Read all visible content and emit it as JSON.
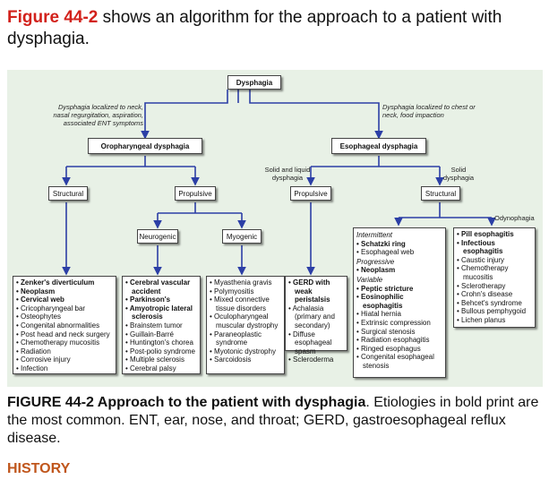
{
  "intro": {
    "figure_ref": "Figure 44-2",
    "text": " shows an algorithm for the approach to a patient with dysphagia."
  },
  "diagram": {
    "root": "Dysphagia",
    "left_label": "Dysphagia localized to neck, nasal regurgitation, aspiration, associated ENT symptoms",
    "right_label": "Dysphagia localized to chest or neck, food impaction",
    "oro": "Oropharyngeal dysphagia",
    "eso": "Esophageal dysphagia",
    "solid_liquid_label": "Solid and liquid dysphagia",
    "solid_label": "Solid dysphagia",
    "oro_structural": "Structural",
    "oro_propulsive": "Propulsive",
    "eso_propulsive": "Propulsive",
    "eso_structural": "Structural",
    "neurogenic": "Neurogenic",
    "myogenic": "Myogenic",
    "odynophagia_label": "Odynophagia",
    "list_oro_structural": [
      {
        "t": "Zenker's diverticulum",
        "b": true
      },
      {
        "t": "Neoplasm",
        "b": true
      },
      {
        "t": "Cervical web",
        "b": true
      },
      {
        "t": "Cricopharyngeal bar",
        "b": false
      },
      {
        "t": "Osteophytes",
        "b": false
      },
      {
        "t": "Congenital abnormalities",
        "b": false
      },
      {
        "t": "Post head and neck surgery",
        "b": false
      },
      {
        "t": "Chemotherapy mucositis",
        "b": false
      },
      {
        "t": "Radiation",
        "b": false
      },
      {
        "t": "Corrosive injury",
        "b": false
      },
      {
        "t": "Infection",
        "b": false
      }
    ],
    "list_neurogenic": [
      {
        "t": "Cerebral vascular accident",
        "b": true
      },
      {
        "t": "Parkinson's",
        "b": true
      },
      {
        "t": "Amyotropic lateral sclerosis",
        "b": true
      },
      {
        "t": "Brainstem tumor",
        "b": false
      },
      {
        "t": "Guillain-Barré",
        "b": false
      },
      {
        "t": "Huntington's chorea",
        "b": false
      },
      {
        "t": "Post-polio syndrome",
        "b": false
      },
      {
        "t": "Multiple sclerosis",
        "b": false
      },
      {
        "t": "Cerebral palsy",
        "b": false
      }
    ],
    "list_myogenic": [
      {
        "t": "Myasthenia gravis",
        "b": false
      },
      {
        "t": "Polymyositis",
        "b": false
      },
      {
        "t": "Mixed connective tissue disorders",
        "b": false
      },
      {
        "t": "Oculopharyngeal muscular dystrophy",
        "b": false
      },
      {
        "t": "Paraneoplastic syndrome",
        "b": false
      },
      {
        "t": "Myotonic dystrophy",
        "b": false
      },
      {
        "t": "Sarcoidosis",
        "b": false
      }
    ],
    "list_eso_propulsive": [
      {
        "t": "GERD with weak peristalsis",
        "b": true
      },
      {
        "t": "Achalasia (primary and secondary)",
        "b": false
      },
      {
        "t": "Diffuse esophageal spasm",
        "b": false
      },
      {
        "t": "Scleroderma",
        "b": false
      }
    ],
    "list_eso_structural": [
      {
        "h": "Intermittent"
      },
      {
        "t": "Schatzki ring",
        "b": true
      },
      {
        "t": "Esophageal web",
        "b": false
      },
      {
        "h": "Progressive"
      },
      {
        "t": "Neoplasm",
        "b": true
      },
      {
        "h": "Variable"
      },
      {
        "t": "Peptic stricture",
        "b": true
      },
      {
        "t": "Eosinophilic esophagitis",
        "b": true
      },
      {
        "t": "Hiatal hernia",
        "b": false
      },
      {
        "t": "Extrinsic compression",
        "b": false
      },
      {
        "t": "Surgical stenosis",
        "b": false
      },
      {
        "t": "Radiation esophagitis",
        "b": false
      },
      {
        "t": "Ringed esophagus",
        "b": false
      },
      {
        "t": "Congenital esophageal stenosis",
        "b": false
      }
    ],
    "list_odynophagia": [
      {
        "t": "Pill esophagitis",
        "b": true
      },
      {
        "t": "Infectious esophagitis",
        "b": true
      },
      {
        "t": "Caustic injury",
        "b": false
      },
      {
        "t": "Chemotherapy mucositis",
        "b": false
      },
      {
        "t": "Sclerotherapy",
        "b": false
      },
      {
        "t": "Crohn's disease",
        "b": false
      },
      {
        "t": "Behcet's syndrome",
        "b": false
      },
      {
        "t": "Bullous pemphygoid",
        "b": false
      },
      {
        "t": "Lichen planus",
        "b": false
      }
    ],
    "colors": {
      "line": "#2c3fa6",
      "panel": "#e8f1e6",
      "figure_red": "#d2211b",
      "history": "#c0561c"
    }
  },
  "caption": {
    "title": "FIGURE 44-2 Approach to the patient with dysphagia",
    "text": ". Etiologies in bold print are the most common. ENT, ear, nose, and throat; GERD, gastroesophageal reflux disease."
  },
  "history": "HISTORY"
}
